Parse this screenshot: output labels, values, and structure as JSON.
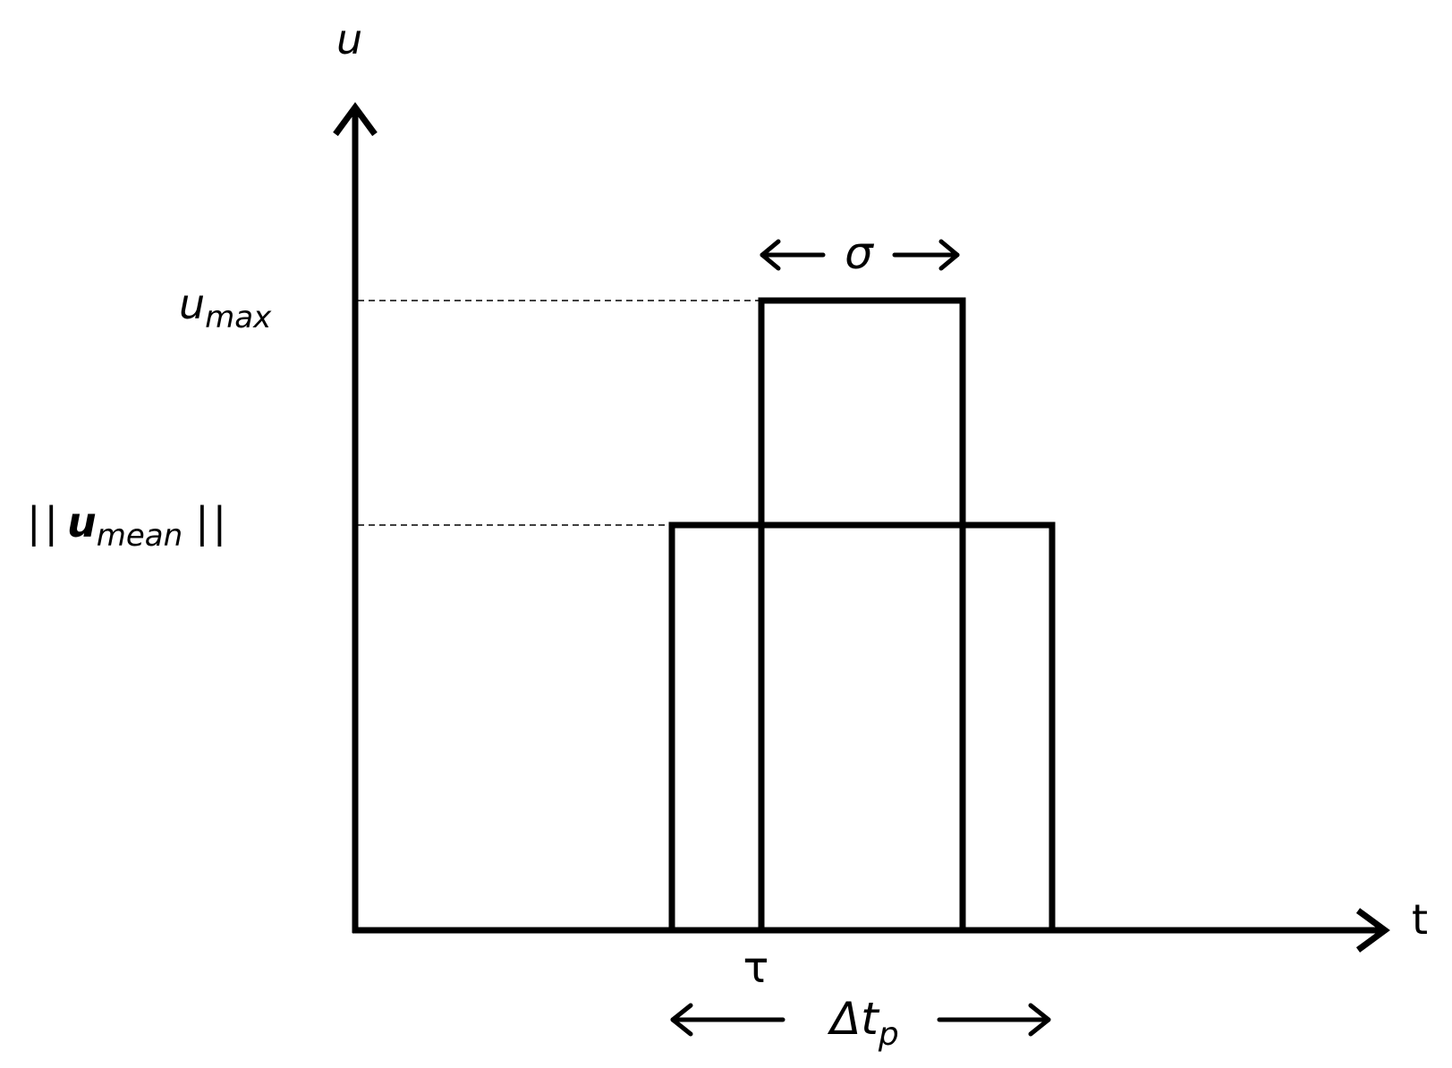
{
  "axes": {
    "y_label": "u",
    "x_label": "t"
  },
  "levels": {
    "max": {
      "base": "u",
      "sub": "max"
    },
    "mean": {
      "open": "||",
      "base": "u",
      "sub": "mean",
      "close": "||"
    }
  },
  "markers": {
    "tau": "τ",
    "sigma": "σ",
    "delta_tp": {
      "base": "Δt",
      "sub": "p"
    }
  }
}
